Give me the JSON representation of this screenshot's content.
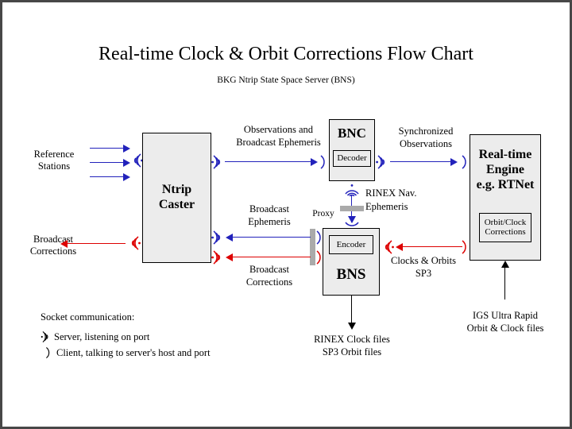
{
  "page": {
    "title": "Real-time Clock & Orbit Corrections Flow Chart",
    "subtitle": "BKG Ntrip State Space Server  (BNS)",
    "border_color": "#474747",
    "background": "#ffffff"
  },
  "colors": {
    "blue": "#2222bb",
    "red": "#dd0000",
    "black": "#000000",
    "box_fill": "#ececec",
    "proxy_gray": "#aaaaaa"
  },
  "boxes": {
    "ntrip_caster": {
      "title": "Ntrip\nCaster",
      "line1": "Ntrip",
      "line2": "Caster"
    },
    "bnc": {
      "title": "BNC",
      "inner": "Decoder"
    },
    "bns": {
      "title": "BNS",
      "inner": "Encoder"
    },
    "rtengine": {
      "line1": "Real-time",
      "line2": "Engine",
      "line3": "e.g. RTNet",
      "inner_line1": "Orbit/Clock",
      "inner_line2": "Corrections"
    }
  },
  "labels": {
    "reference_stations_1": "Reference",
    "reference_stations_2": "Stations",
    "broadcast_corrections_left_1": "Broadcast",
    "broadcast_corrections_left_2": "Corrections",
    "observations_1": "Observations and",
    "observations_2": "Broadcast Ephemeris",
    "synchronized_1": "Synchronized",
    "synchronized_2": "Observations",
    "rinex_nav_1": "RINEX Nav.",
    "rinex_nav_2": "Ephemeris",
    "proxy": "Proxy",
    "broadcast_ephemeris_1": "Broadcast",
    "broadcast_ephemeris_2": "Ephemeris",
    "broadcast_corrections_mid_1": "Broadcast",
    "broadcast_corrections_mid_2": "Corrections",
    "clocks_orbits_1": "Clocks & Orbits",
    "clocks_orbits_2": "SP3",
    "rinex_clock_files_1": "RINEX Clock files",
    "rinex_clock_files_2": "SP3 Orbit files",
    "igs_1": "IGS Ultra Rapid",
    "igs_2": "Orbit & Clock files"
  },
  "legend": {
    "heading": "Socket communication:",
    "server_label": "Server, listening on port",
    "client_label": "Client, talking to server's host and port",
    "server_icon": "server-socket-icon",
    "client_icon": "client-socket-icon"
  }
}
